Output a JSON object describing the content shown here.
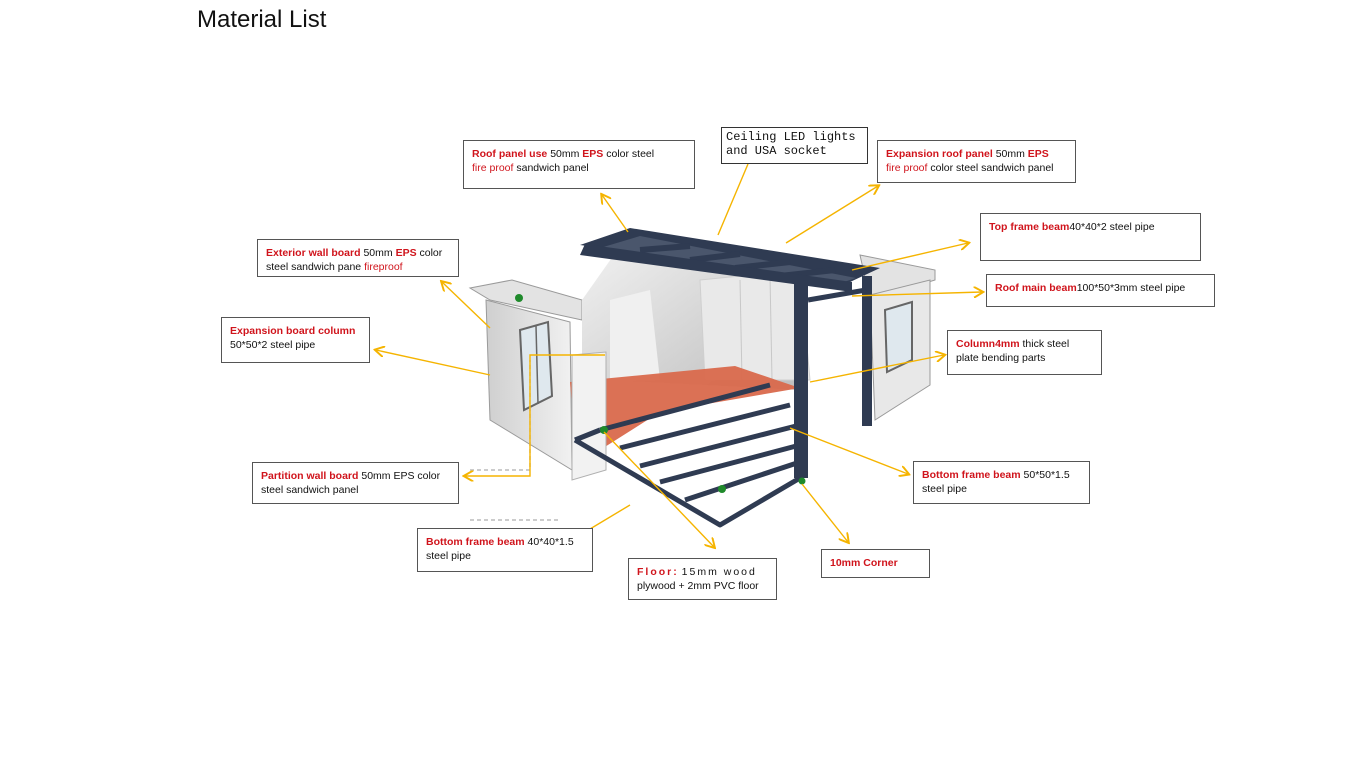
{
  "page": {
    "title": "Material List"
  },
  "labels": {
    "roof_panel": {
      "p1": "Roof  panel use",
      "p2": "50mm",
      "p3": "EPS",
      "p4": "color steel",
      "p5": "fire proof",
      "p6": "sandwich panel"
    },
    "ceiling": {
      "line1": "Ceiling LED lights",
      "line2": "and USA socket"
    },
    "expansion_roof": {
      "p1": "Expansion roof panel",
      "p2": "50mm",
      "p3": "EPS",
      "p4": "fire proof",
      "p5": "color steel sandwich panel"
    },
    "top_frame": {
      "p1": "Top frame  beam",
      "p2": "40*40*2 steel pipe"
    },
    "roof_main_beam": {
      "p1": "Roof main beam",
      "p2": "100*50*3mm steel pipe"
    },
    "exterior_wall": {
      "p1": "Exterior wall board",
      "p2": "50mm",
      "p3": "EPS",
      "p4": "color",
      "p5": "steel sandwich pane",
      "p6": "fireproof"
    },
    "expansion_column": {
      "p1": "Expansion board column",
      "p2": "50*50*2 steel pipe"
    },
    "column": {
      "p1": "Column",
      "p2": "4mm",
      "p3": "thick steel",
      "p4": "plate bending parts"
    },
    "partition_wall": {
      "p1": "Partition wall board",
      "p2": "50mm EPS color",
      "p3": "steel sandwich panel"
    },
    "bottom_frame_right": {
      "p1": "Bottom frame beam",
      "p2": "50*50*1.5",
      "p3": "steel pipe"
    },
    "bottom_frame_left": {
      "p1": "Bottom frame beam",
      "p2": "40*40*1.5",
      "p3": "steel pipe"
    },
    "floor": {
      "p1": "Floor:",
      "p2": "15mm wood",
      "p3": "plywood + 2mm PVC floor"
    },
    "corner": {
      "p1": "10mm Corner"
    }
  },
  "colors": {
    "accent_red": "#d0141c",
    "arrow": "#f5b400",
    "frame": "#2f3b52",
    "floor": "#d9694c",
    "wall": "#e6e6e6"
  }
}
